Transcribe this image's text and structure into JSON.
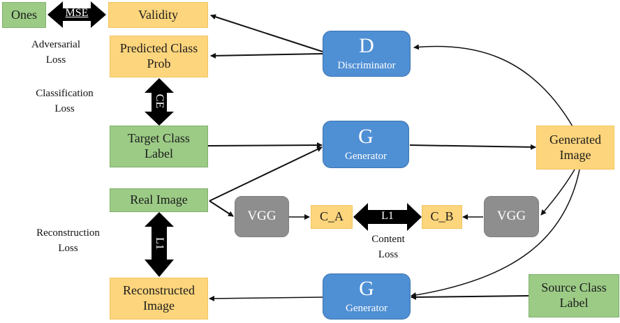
{
  "nodes": {
    "ones": "Ones",
    "validity": "Validity",
    "predicted_class_prob": "Predicted Class Prob",
    "target_class_label": "Target Class Label",
    "real_image": "Real Image",
    "reconstructed_image": "Reconstructed Image",
    "discriminator": {
      "symbol": "D",
      "name": "Discriminator"
    },
    "generator_top": {
      "symbol": "G",
      "name": "Generator"
    },
    "generator_bottom": {
      "symbol": "G",
      "name": "Generator"
    },
    "generated_image": "Generated Image",
    "vgg_left": "VGG",
    "vgg_right": "VGG",
    "c_a": "C_A",
    "c_b": "C_B",
    "source_class_label": "Source Class Label"
  },
  "loss_arrows": {
    "mse": "MSE",
    "ce": "CE",
    "l1_reconstruction": "L1",
    "l1_content": "L1"
  },
  "loss_labels": {
    "adversarial": [
      "Adversarial",
      "Loss"
    ],
    "classification": [
      "Classification",
      "Loss"
    ],
    "reconstruction": [
      "Reconstruction",
      "Loss"
    ],
    "content": [
      "Content",
      "Loss"
    ]
  },
  "colors": {
    "output_box": "#fdd57c",
    "input_box": "#9ccb86",
    "network_box": "#4f8fd4",
    "vgg_box": "#8e8e8e",
    "loss_arrow": "#000000"
  }
}
